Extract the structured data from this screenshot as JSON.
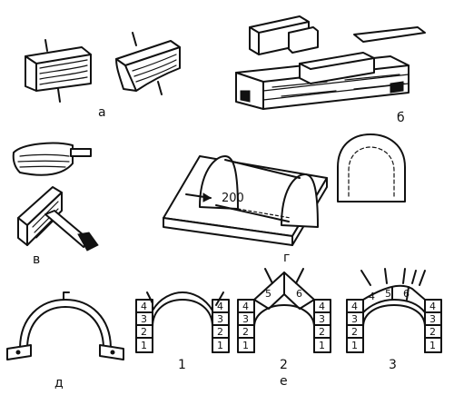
{
  "labels": {
    "a": "а",
    "b": "б",
    "v": "в",
    "g": "г",
    "d": "д",
    "e": "е"
  },
  "dimension": "200",
  "arch_variants": [
    "1",
    "2",
    "3"
  ],
  "arch1": {
    "left_bricks": [
      "4",
      "3",
      "2",
      "1"
    ],
    "right_bricks": [
      "4",
      "3",
      "2",
      "1"
    ]
  },
  "arch2": {
    "left_bricks": [
      "4",
      "3",
      "2",
      "1"
    ],
    "right_bricks": [
      "4",
      "3",
      "2",
      "1"
    ],
    "key_left": "5",
    "key_right": "6"
  },
  "arch3": {
    "left_bricks": [
      "4",
      "3",
      "2",
      "1"
    ],
    "right_bricks": [
      "4",
      "3",
      "2",
      "1"
    ],
    "key_left": "5",
    "key_right": "6",
    "key_side": "4"
  }
}
